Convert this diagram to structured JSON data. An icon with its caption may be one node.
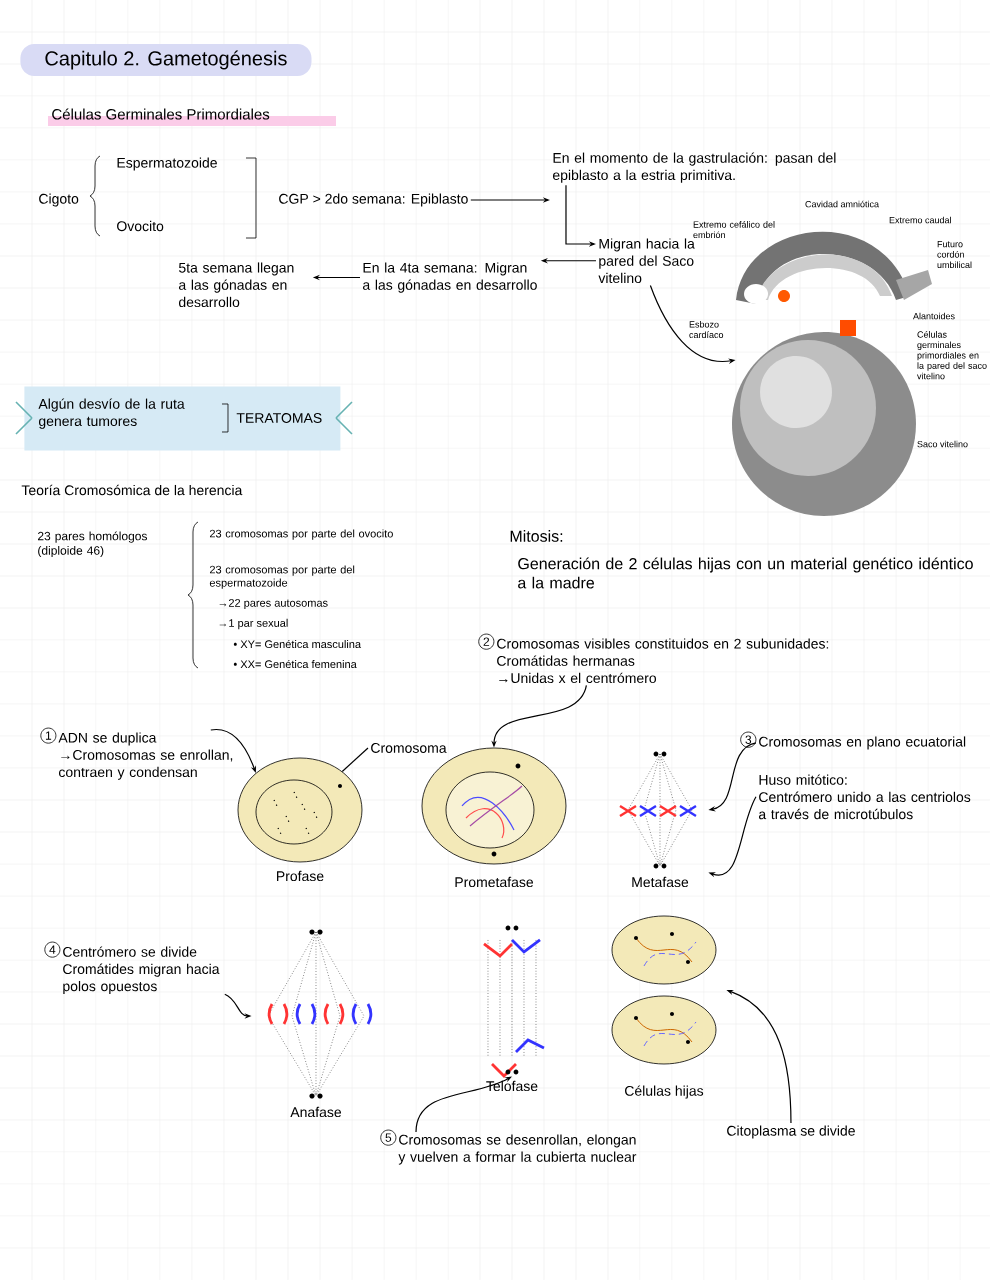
{
  "diagram": {
    "title": "Capitulo 2. Gametogénesis",
    "nodes": [
      {
        "text": [
          "Cigoto"
        ]
      },
      {
        "text": [
          "Espermatozoide"
        ]
      },
      {
        "text": [
          "Ovocito"
        ]
      },
      {
        "text": [
          "CGP > 2do semana: Epiblasto"
        ]
      },
      {
        "text": [
          "En el momento de la gastrulación: pasan del epiblasto a la estria primitiva."
        ]
      },
      {
        "text": [
          "Migran hacia la pared del Saco vitelino"
        ]
      },
      {
        "text": [
          "En la 4ta semana: Migran a las gónadas en desarrollo"
        ]
      },
      {
        "text": [
          "5ta semana llegan a las gónadas en desarrollo"
        ]
      },
      {
        "text": [],
        "shape": "picture",
        "beside": [
          "Cavidad amniótica",
          "Extremo cefálico del embrión",
          "Extremo caudal",
          "Futuro cordón umbilical",
          "Esbozo cardíaco",
          "Alantoides",
          "Células germinales primordiales en la pared del saco vitelino",
          "Saco vitelino"
        ]
      },
      {
        "text": [
          "Algún desvío de la ruta genera tumores",
          "TERATOMAS"
        ]
      },
      {
        "text": [
          "1",
          "ADN se duplica",
          "→Cromosomas se enrollan, contraen y condensan"
        ]
      },
      {
        "text": [],
        "shape": "picture",
        "beside": [
          "Profase"
        ]
      },
      {
        "text": [
          "Cromosoma"
        ]
      },
      {
        "text": [
          "2",
          "Cromosomas visibles constituidos en 2 subunidades: Cromátidas hermanas",
          "→Unidas x el centrómero"
        ]
      },
      {
        "text": [],
        "shape": "picture",
        "beside": [
          "Prometafase"
        ]
      },
      {
        "text": [],
        "shape": "picture",
        "beside": [
          "Metafase"
        ]
      },
      {
        "text": [
          "3",
          "Cromosomas en plano ecuatorial"
        ]
      },
      {
        "text": [
          "Huso mitótico:",
          "Centrómero unido a las centriolos a través de microtúbulos"
        ]
      },
      {
        "text": [
          "4",
          "Centrómero se divide",
          "Cromátides migran hacia polos opuestos"
        ]
      },
      {
        "text": [],
        "shape": "picture",
        "beside": [
          "Anafase"
        ]
      },
      {
        "text": [],
        "shape": "picture",
        "beside": [
          "Telofase"
        ]
      },
      {
        "text": [],
        "shape": "picture",
        "beside": [
          "Células hijas"
        ]
      },
      {
        "text": [
          "5",
          "Cromosomas se desenrollan, elongan y vuelven a formar la cubierta nuclear"
        ]
      },
      {
        "text": [
          "Citoplasma se divide"
        ]
      }
    ],
    "edges": [
      {
        "from": 3,
        "to": 4,
        "arrow": "to"
      },
      {
        "from": 4,
        "to": 5,
        "arrow": "to"
      },
      {
        "from": 5,
        "to": 6,
        "arrow": "to"
      },
      {
        "from": 6,
        "to": 7,
        "arrow": "to"
      },
      {
        "from": 5,
        "to": 8,
        "arrow": "to"
      },
      {
        "from": 10,
        "to": 11,
        "arrow": "to"
      },
      {
        "from": 12,
        "to": 11,
        "arrow": "none"
      },
      {
        "from": 13,
        "to": 14,
        "arrow": "to"
      },
      {
        "from": 16,
        "to": 15,
        "arrow": "to"
      },
      {
        "from": 17,
        "to": 15,
        "arrow": "to"
      },
      {
        "from": 18,
        "to": 19,
        "arrow": "to"
      },
      {
        "from": 22,
        "to": 20,
        "arrow": "to"
      },
      {
        "from": 23,
        "to": 21,
        "arrow": "to"
      }
    ],
    "labels": [
      "Células Germinales Primordiales",
      "Teoría Cromosómica de la herencia",
      "23 pares homólogos (diploide 46)",
      "23 cromosomas por parte del ovocito",
      "23 cromosomas por parte del espermatozoide",
      "→22 pares autosomas",
      "→1 par sexual",
      "• XY= Genética masculina",
      "• XX= Genética femenina",
      "Mitosis:",
      "Generación de 2 células hijas con un material genético idéntico a la madre"
    ]
  }
}
